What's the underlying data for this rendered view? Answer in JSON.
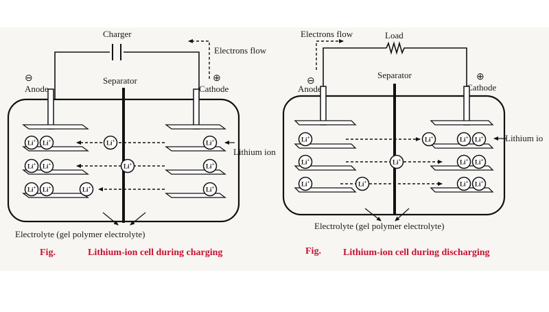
{
  "panels": [
    {
      "id": "charging",
      "source_label": "Charger",
      "electrons_label": "Electrons flow",
      "anode_label": "Anode",
      "cathode_label": "Cathode",
      "anode_sign": "⊖",
      "cathode_sign": "⊕",
      "separator_label": "Separator",
      "ion_label": "Lithium ion",
      "electrolyte_label": "Electrolyte (gel polymer electrolyte)",
      "fig_label": "Fig.",
      "caption": "Lithium-ion cell during charging",
      "ion_text": "Li",
      "ion_sup": "+"
    },
    {
      "id": "discharging",
      "source_label": "Load",
      "electrons_label": "Electrons flow",
      "anode_label": "Anode",
      "cathode_label": "Cathode",
      "anode_sign": "⊖",
      "cathode_sign": "⊕",
      "separator_label": "Separator",
      "ion_label": "Lithium io",
      "electrolyte_label": "Electrolyte (gel polymer electrolyte)",
      "fig_label": "Fig.",
      "caption": "Lithium-ion cell during discharging",
      "ion_text": "Li",
      "ion_sup": "+"
    }
  ]
}
